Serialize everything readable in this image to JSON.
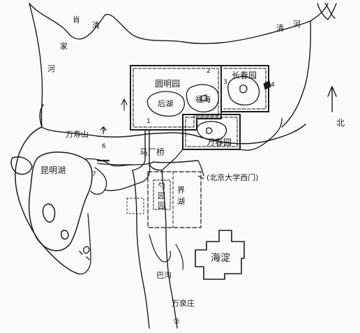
{
  "colors": {
    "ink": "#1a1a1a",
    "paper": "#fbfbf9"
  },
  "labels": {
    "river_top_1": "清",
    "river_top_2": "河",
    "river_left_1": "肖",
    "river_left_2": "家",
    "river_left_3": "河",
    "yuanmingyuan": "圆明园",
    "changchunyuan": "长春园",
    "fuhai": "福海",
    "houhu": "后湖",
    "wanchunyuan": "万春园",
    "wanshoushan": "万寿山",
    "kunminghu": "昆明湖",
    "machangqiao": "马厂桥",
    "pku_west_gate": "(北京大学西门)",
    "jiechun_1": "界",
    "jiechun_2": "湖",
    "shaoyuan_1": "勺",
    "shaoyuan_2": "园",
    "shaoyuan_3": "园",
    "haidian": "海淀",
    "bagou": "巴沟",
    "wanquanzhuang": "万泉庄",
    "north": "北",
    "corner_mark": "②"
  },
  "markers": [
    "1",
    "2",
    "3",
    "4",
    "5",
    "6",
    "7"
  ]
}
